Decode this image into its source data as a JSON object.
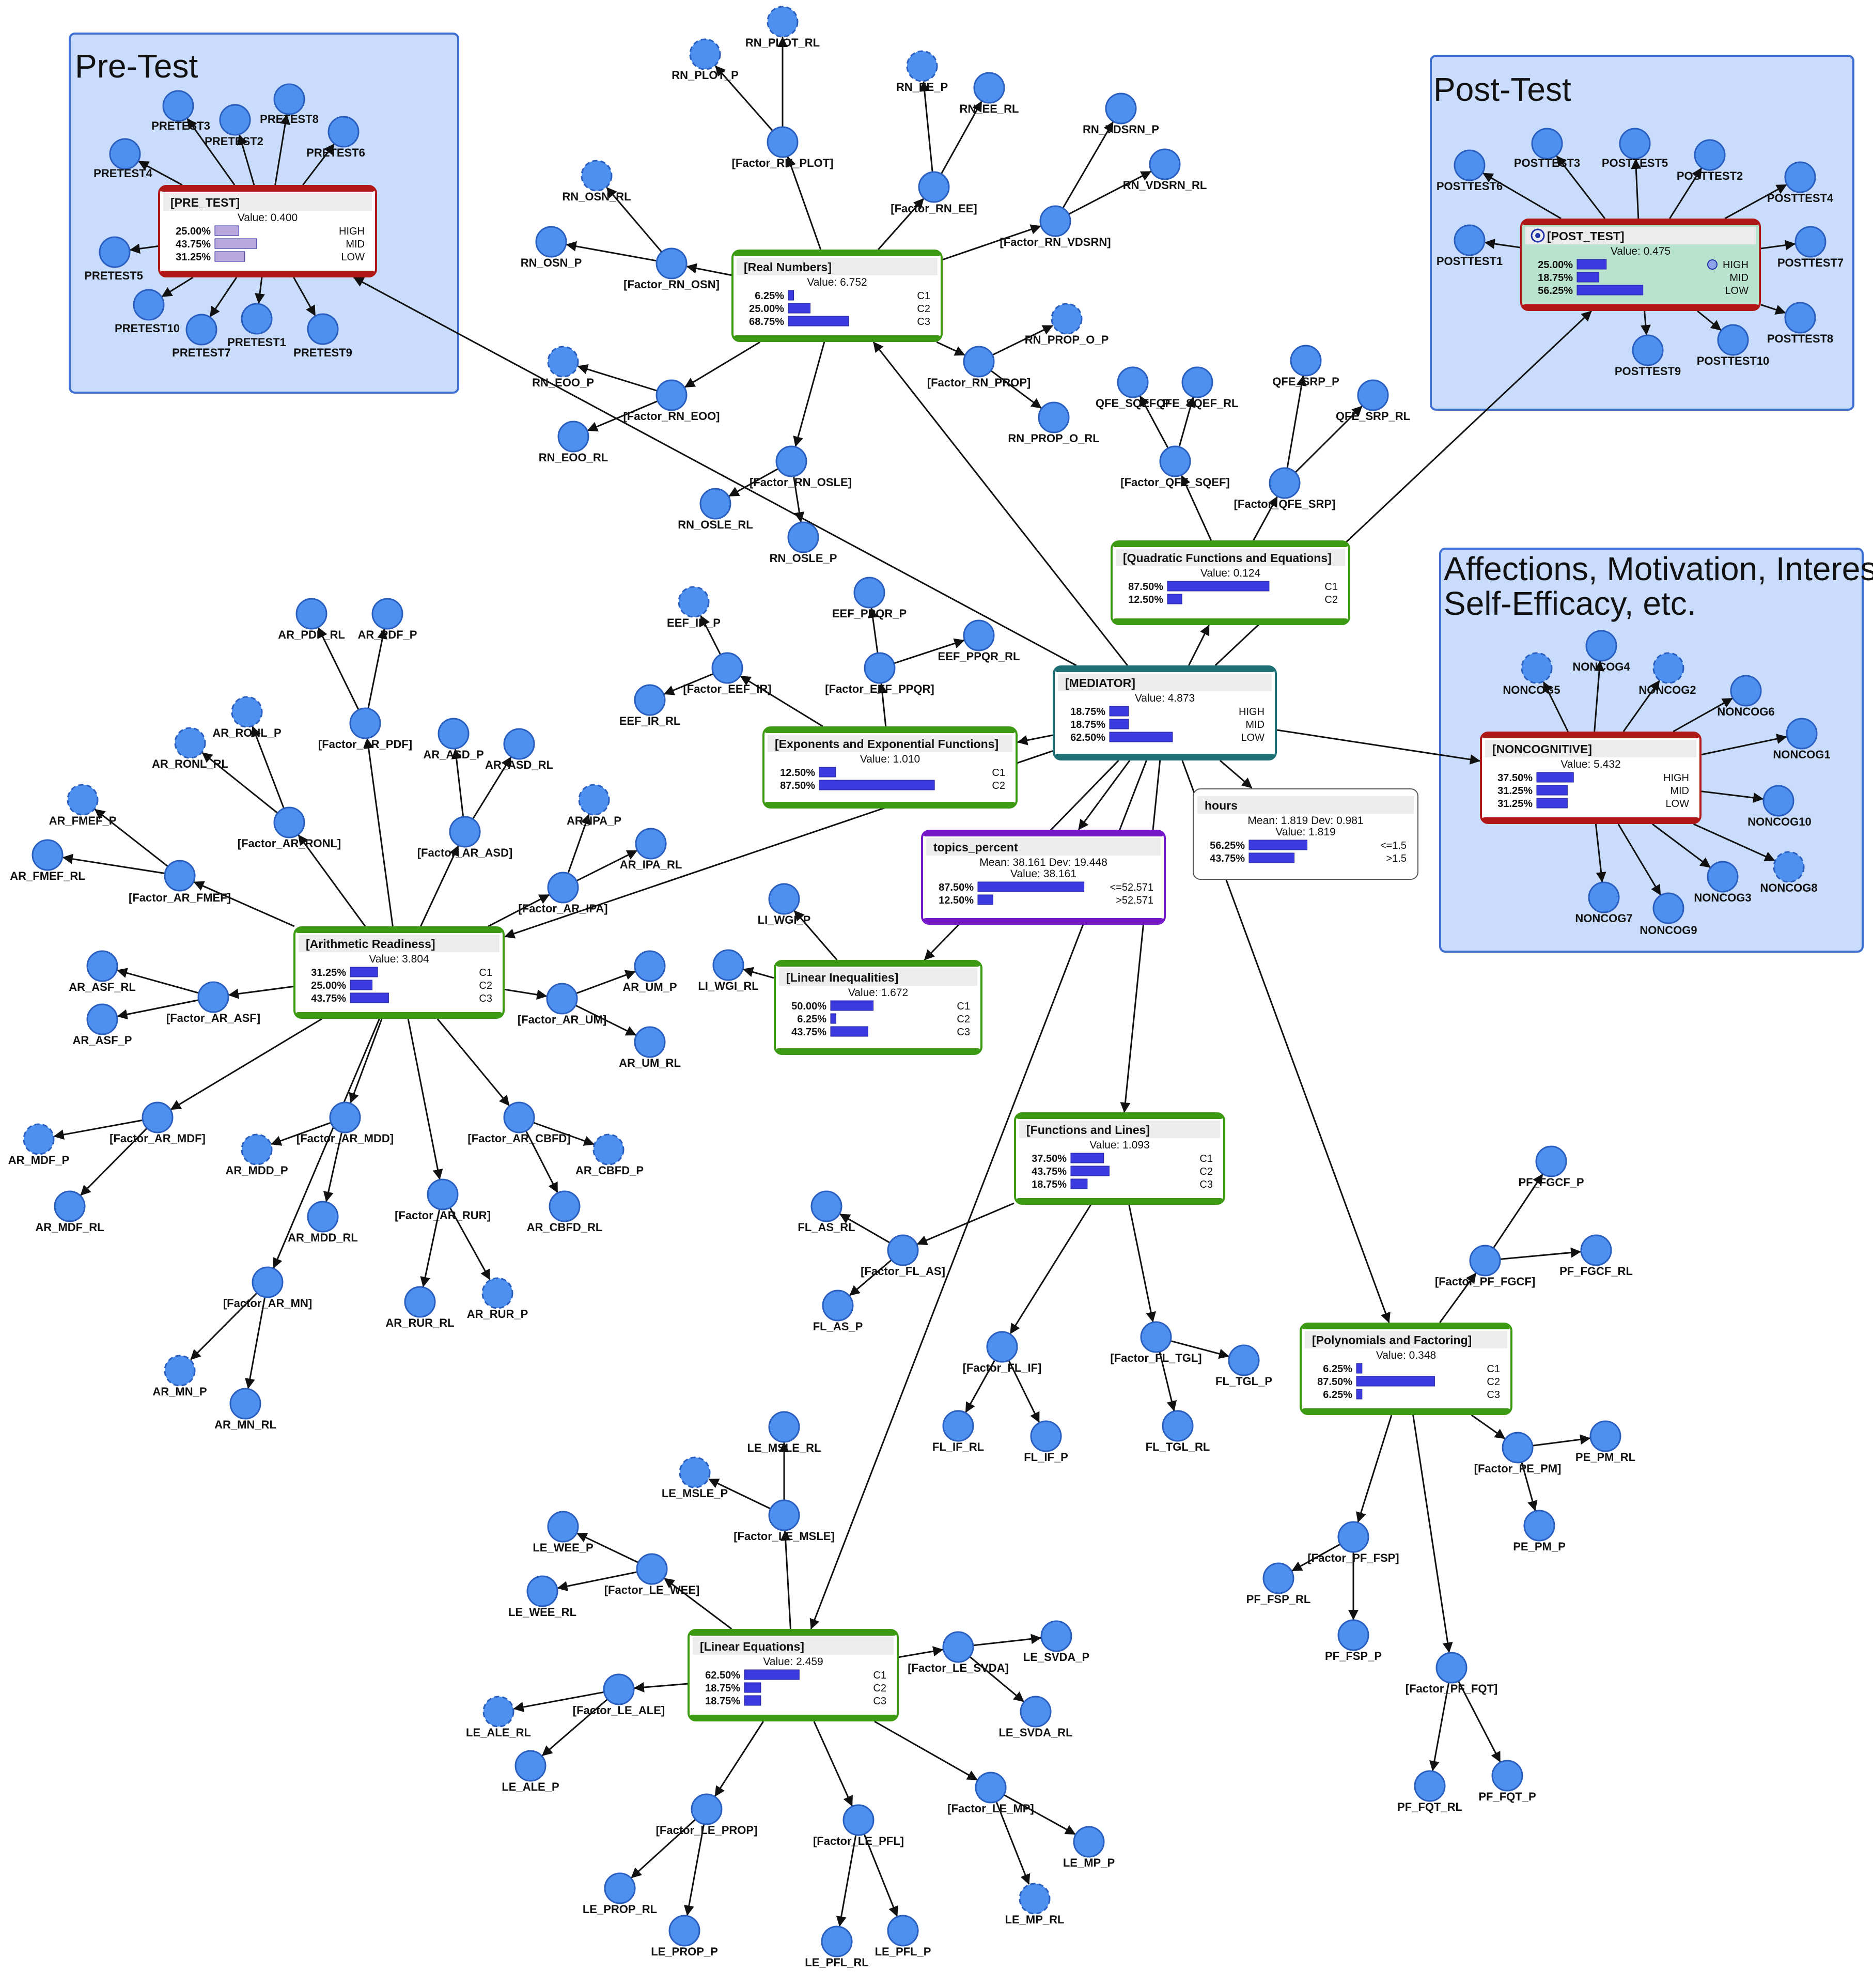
{
  "colors": {
    "node_fill": "#4d90f0",
    "node_stroke": "#2a5fbf",
    "edge": "#111111",
    "group_fill": "#c9dcfb",
    "group_stroke": "#3f6fd0",
    "bar": "#3a3ae0",
    "bar_pre": "#b8a8de",
    "border_green": "#3c9a12",
    "border_red": "#b01818",
    "border_teal": "#1d6f73",
    "border_purple": "#7418c8",
    "post_body": "#b9e3cf"
  },
  "groups": {
    "pretest": "Pre-Test",
    "posttest": "Post-Test",
    "noncog_line1": "Affections, Motivation, Interest,",
    "noncog_line2": "Self-Efficacy, etc."
  },
  "panels": {
    "pre_test": {
      "title": "[PRE_TEST]",
      "value": "Value: 0.400",
      "rows": [
        {
          "pct": "25.00%",
          "state": "HIGH",
          "frac": 0.25
        },
        {
          "pct": "43.75%",
          "state": "MID",
          "frac": 0.4375
        },
        {
          "pct": "31.25%",
          "state": "LOW",
          "frac": 0.3125
        }
      ]
    },
    "post_test": {
      "title": "[POST_TEST]",
      "value": "Value: 0.475",
      "rows": [
        {
          "pct": "25.00%",
          "state": "HIGH",
          "frac": 0.25
        },
        {
          "pct": "18.75%",
          "state": "MID",
          "frac": 0.1875
        },
        {
          "pct": "56.25%",
          "state": "LOW",
          "frac": 0.5625
        }
      ]
    },
    "real_numbers": {
      "title": "[Real Numbers]",
      "value": "Value: 6.752",
      "rows": [
        {
          "pct": "6.25%",
          "state": "C1",
          "frac": 0.0625
        },
        {
          "pct": "25.00%",
          "state": "C2",
          "frac": 0.25
        },
        {
          "pct": "68.75%",
          "state": "C3",
          "frac": 0.6875
        }
      ]
    },
    "quadratic": {
      "title": "[Quadratic Functions and Equations]",
      "value": "Value: 0.124",
      "rows": [
        {
          "pct": "87.50%",
          "state": "C1",
          "frac": 0.875
        },
        {
          "pct": "12.50%",
          "state": "C2",
          "frac": 0.125
        }
      ]
    },
    "mediator": {
      "title": "[MEDIATOR]",
      "value": "Value: 4.873",
      "rows": [
        {
          "pct": "18.75%",
          "state": "HIGH",
          "frac": 0.1875
        },
        {
          "pct": "18.75%",
          "state": "MID",
          "frac": 0.1875
        },
        {
          "pct": "62.50%",
          "state": "LOW",
          "frac": 0.625
        }
      ]
    },
    "noncognitive": {
      "title": "[NONCOGNITIVE]",
      "value": "Value: 5.432",
      "rows": [
        {
          "pct": "37.50%",
          "state": "HIGH",
          "frac": 0.375
        },
        {
          "pct": "31.25%",
          "state": "MID",
          "frac": 0.3125
        },
        {
          "pct": "31.25%",
          "state": "LOW",
          "frac": 0.3125
        }
      ]
    },
    "exponents": {
      "title": "[Exponents and Exponential Functions]",
      "value": "Value: 1.010",
      "rows": [
        {
          "pct": "12.50%",
          "state": "C1",
          "frac": 0.125
        },
        {
          "pct": "87.50%",
          "state": "C2",
          "frac": 0.875
        }
      ]
    },
    "hours": {
      "title": "hours",
      "value": "Value: 1.819",
      "mean": "Mean: 1.819 Dev: 0.981",
      "rows": [
        {
          "pct": "56.25%",
          "state": "<=1.5",
          "frac": 0.5625
        },
        {
          "pct": "43.75%",
          "state": ">1.5",
          "frac": 0.4375
        }
      ]
    },
    "topics": {
      "title": "topics_percent",
      "value": "Value: 38.161",
      "mean": "Mean: 38.161 Dev: 19.448",
      "rows": [
        {
          "pct": "87.50%",
          "state": "<=52.571",
          "frac": 0.875
        },
        {
          "pct": "12.50%",
          "state": ">52.571",
          "frac": 0.125
        }
      ]
    },
    "arithmetic": {
      "title": "[Arithmetic Readiness]",
      "value": "Value: 3.804",
      "rows": [
        {
          "pct": "31.25%",
          "state": "C1",
          "frac": 0.3125
        },
        {
          "pct": "25.00%",
          "state": "C2",
          "frac": 0.25
        },
        {
          "pct": "43.75%",
          "state": "C3",
          "frac": 0.4375
        }
      ]
    },
    "linear_ineq": {
      "title": "[Linear Inequalities]",
      "value": "Value: 1.672",
      "rows": [
        {
          "pct": "50.00%",
          "state": "C1",
          "frac": 0.5
        },
        {
          "pct": "6.25%",
          "state": "C2",
          "frac": 0.0625
        },
        {
          "pct": "43.75%",
          "state": "C3",
          "frac": 0.4375
        }
      ]
    },
    "functions_lines": {
      "title": "[Functions and Lines]",
      "value": "Value: 1.093",
      "rows": [
        {
          "pct": "37.50%",
          "state": "C1",
          "frac": 0.375
        },
        {
          "pct": "43.75%",
          "state": "C2",
          "frac": 0.4375
        },
        {
          "pct": "18.75%",
          "state": "C3",
          "frac": 0.1875
        }
      ]
    },
    "polynomials": {
      "title": "[Polynomials and Factoring]",
      "value": "Value: 0.348",
      "rows": [
        {
          "pct": "6.25%",
          "state": "C1",
          "frac": 0.0625
        },
        {
          "pct": "87.50%",
          "state": "C2",
          "frac": 0.875
        },
        {
          "pct": "6.25%",
          "state": "C3",
          "frac": 0.0625
        }
      ]
    },
    "linear_eq": {
      "title": "[Linear Equations]",
      "value": "Value: 2.459",
      "rows": [
        {
          "pct": "62.50%",
          "state": "C1",
          "frac": 0.625
        },
        {
          "pct": "18.75%",
          "state": "C2",
          "frac": 0.1875
        },
        {
          "pct": "18.75%",
          "state": "C3",
          "frac": 0.1875
        }
      ]
    }
  },
  "nodes": {
    "pt3": "PRETEST3",
    "pt2": "PRETEST2",
    "pt8": "PRETEST8",
    "pt6": "PRETEST6",
    "pt4": "PRETEST4",
    "pt5": "PRETEST5",
    "pt10": "PRETEST10",
    "pt7": "PRETEST7",
    "pt1": "PRETEST1",
    "pt9": "PRETEST9",
    "po3": "POSTTEST3",
    "po5": "POSTTEST5",
    "po2": "POSTTEST2",
    "po4": "POSTTEST4",
    "po6": "POSTTEST6",
    "po1": "POSTTEST1",
    "po7": "POSTTEST7",
    "po9": "POSTTEST9",
    "po10": "POSTTEST10",
    "po8": "POSTTEST8",
    "rn_plot_rl": "RN_PLOT_RL",
    "rn_plot_p": "RN_PLOT_P",
    "f_rn_plot": "[Factor_RN_PLOT]",
    "rn_ee_p": "RN_EE_P",
    "rn_ee_rl": "RN_EE_RL",
    "f_rn_ee": "[Factor_RN_EE]",
    "rn_vdsrn_p": "RN_VDSRN_P",
    "rn_vdsrn_rl": "RN_VDSRN_RL",
    "f_rn_vdsrn": "[Factor_RN_VDSRN]",
    "rn_osn_rl": "RN_OSN_RL",
    "rn_osn_p": "RN_OSN_P",
    "f_rn_osn": "[Factor_RN_OSN]",
    "rn_prop_o_p": "RN_PROP_O_P",
    "f_rn_prop": "[Factor_RN_PROP]",
    "rn_prop_o_rl": "RN_PROP_O_RL",
    "rn_eoo_p": "RN_EOO_P",
    "rn_eoo_rl": "RN_EOO_RL",
    "f_rn_eoo": "[Factor_RN_EOO]",
    "f_rn_osle": "[Factor_RN_OSLE]",
    "rn_osle_rl": "RN_OSLE_RL",
    "rn_osle_p": "RN_OSLE_P",
    "qfe_sqef_p": "QFE_SQEF_P",
    "qfe_sqef_rl": "QFE_SQEF_RL",
    "f_qfe_sqef": "[Factor_QFE_SQEF]",
    "qfe_srp_p": "QFE_SRP_P",
    "qfe_srp_rl": "QFE_SRP_RL",
    "f_qfe_srp": "[Factor_QFE_SRP]",
    "nc5": "NONCOG5",
    "nc4": "NONCOG4",
    "nc2": "NONCOG2",
    "nc6": "NONCOG6",
    "nc1": "NONCOG1",
    "nc10": "NONCOG10",
    "nc8": "NONCOG8",
    "nc3": "NONCOG3",
    "nc7": "NONCOG7",
    "nc9": "NONCOG9",
    "eef_ir_p": "EEF_IR_P",
    "f_eef_ir": "[Factor_EEF_IR]",
    "eef_ir_rl": "EEF_IR_RL",
    "eef_ppqr_p": "EEF_PPQR_P",
    "eef_ppqr_rl": "EEF_PPQR_RL",
    "f_eef_ppqr": "[Factor_EEF_PPQR]",
    "ar_pdf_rl": "AR_PDF_RL",
    "ar_pdf_p": "AR_PDF_P",
    "f_ar_pdf": "[Factor_AR_PDF]",
    "ar_ronl_p": "AR_RONL_P",
    "ar_ronl_rl": "AR_RONL_RL",
    "f_ar_ronl": "[Factor_AR_RONL]",
    "ar_asd_p": "AR_ASD_P",
    "ar_asd_rl": "AR_ASD_RL",
    "f_ar_asd": "[Factor_AR_ASD]",
    "ar_fmef_p": "AR_FMEF_P",
    "ar_fmef_rl": "AR_FMEF_RL",
    "f_ar_fmef": "[Factor_AR_FMEF]",
    "ar_ipa_p": "AR_IPA_P",
    "ar_ipa_rl": "AR_IPA_RL",
    "f_ar_ipa": "[Factor_AR_IPA]",
    "ar_asf_rl": "AR_ASF_RL",
    "ar_asf_p": "AR_ASF_P",
    "f_ar_asf": "[Factor_AR_ASF]",
    "ar_um_p": "AR_UM_P",
    "ar_um_rl": "AR_UM_RL",
    "f_ar_um": "[Factor_AR_UM]",
    "ar_mdf_p": "AR_MDF_P",
    "ar_mdf_rl": "AR_MDF_RL",
    "f_ar_mdf": "[Factor_AR_MDF]",
    "ar_mdd_p": "AR_MDD_P",
    "ar_mdd_rl": "AR_MDD_RL",
    "f_ar_mdd": "[Factor_AR_MDD]",
    "ar_cbfd_p": "AR_CBFD_P",
    "ar_cbfd_rl": "AR_CBFD_RL",
    "f_ar_cbfd": "[Factor_AR_CBFD]",
    "ar_rur_rl": "AR_RUR_RL",
    "ar_rur_p": "AR_RUR_P",
    "f_ar_rur": "[Factor_AR_RUR]",
    "ar_mn_p": "AR_MN_P",
    "ar_mn_rl": "AR_MN_RL",
    "f_ar_mn": "[Factor_AR_MN]",
    "li_wgi_p": "LI_WGI_P",
    "li_wgi_rl": "LI_WGI_RL",
    "fl_as_rl": "FL_AS_RL",
    "fl_as_p": "FL_AS_P",
    "f_fl_as": "[Factor_FL_AS]",
    "f_fl_if": "[Factor_FL_IF]",
    "fl_if_rl": "FL_IF_RL",
    "fl_if_p": "FL_IF_P",
    "f_fl_tgl": "[Factor_FL_TGL]",
    "fl_tgl_p": "FL_TGL_P",
    "fl_tgl_rl": "FL_TGL_RL",
    "pf_fgcf_p": "PF_FGCF_P",
    "pf_fgcf_rl": "PF_FGCF_RL",
    "f_pf_fgcf": "[Factor_PF_FGCF]",
    "f_pe_pm": "[Factor_PE_PM]",
    "pe_pm_rl": "PE_PM_RL",
    "pe_pm_p": "PE_PM_P",
    "f_pf_fsp": "[Factor_PF_FSP]",
    "pf_fsp_rl": "PF_FSP_RL",
    "pf_fsp_p": "PF_FSP_P",
    "f_pf_fqt": "[Factor_PF_FQT]",
    "pf_fqt_rl": "PF_FQT_RL",
    "pf_fqt_p": "PF_FQT_P",
    "le_msle_rl": "LE_MSLE_RL",
    "le_msle_p": "LE_MSLE_P",
    "f_le_msle": "[Factor_LE_MSLE]",
    "le_wee_p": "LE_WEE_P",
    "le_wee_rl": "LE_WEE_RL",
    "f_le_wee": "[Factor_LE_WEE]",
    "f_le_svda": "[Factor_LE_SVDA]",
    "le_svda_p": "LE_SVDA_P",
    "le_svda_rl": "LE_SVDA_RL",
    "f_le_ale": "[Factor_LE_ALE]",
    "le_ale_rl": "LE_ALE_RL",
    "le_ale_p": "LE_ALE_P",
    "f_le_prop": "[Factor_LE_PROP]",
    "le_prop_rl": "LE_PROP_RL",
    "le_prop_p": "LE_PROP_P",
    "f_le_pfl": "[Factor_LE_PFL]",
    "le_pfl_rl": "LE_PFL_RL",
    "le_pfl_p": "LE_PFL_P",
    "f_le_mp": "[Factor_LE_MP]",
    "le_mp_p": "LE_MP_P",
    "le_mp_rl": "LE_MP_RL"
  }
}
